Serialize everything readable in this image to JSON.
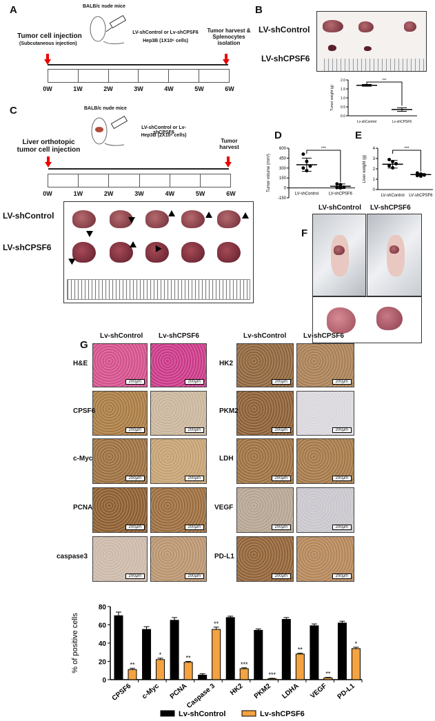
{
  "panels": {
    "A": "A",
    "B": "B",
    "C": "C",
    "D": "D",
    "E": "E",
    "F": "F",
    "G": "G"
  },
  "panel_a": {
    "mouse": "BALB/c nude mice",
    "injection": "Tumor cell injection",
    "injection_sub": "(Subcutaneous injection)",
    "vector": "LV-shControl or Lv-shCPSF6",
    "cells": "Hep3B (1X10⁶ cells)",
    "endpoint": "Tumor harvest & Splenocytes isolation",
    "weeks": [
      "0W",
      "1W",
      "2W",
      "3W",
      "4W",
      "5W",
      "6W"
    ]
  },
  "panel_b": {
    "rows": [
      "LV-shControl",
      "LV-shCPSF6"
    ]
  },
  "panel_c": {
    "mouse": "BALB/c nude mice",
    "injection": "Liver orthotopic tumor cell injection",
    "vector": "LV-shControl or Lv-shCPSF6",
    "cells": "Hep3B (2X10⁶ cells)",
    "endpoint": "Tumor harvest",
    "weeks": [
      "0W",
      "1W",
      "2W",
      "3W",
      "4W",
      "5W",
      "6W"
    ],
    "rows": [
      "LV-shControl",
      "LV-shCPSF6"
    ]
  },
  "panel_f": {
    "cols": [
      "LV-shControl",
      "LV-shCPSF6"
    ]
  },
  "panel_g": {
    "cols": [
      "Lv-shControl",
      "Lv-shCPSF6"
    ],
    "left_rows": [
      "H&E",
      "CPSF6",
      "c-Myc",
      "PCNA",
      "caspase3"
    ],
    "right_rows": [
      "HK2",
      "PKM2",
      "LDH",
      "VEGF",
      "PD-L1"
    ],
    "scale_bar": "200μm"
  },
  "chart_data": [
    {
      "id": "B",
      "type": "scatter",
      "ylabel": "Tumor weight (g)",
      "categories": [
        "Lv-shControl",
        "Lv-shCPSF6"
      ],
      "means": [
        1.7,
        0.35
      ],
      "errors": [
        0.05,
        0.1
      ],
      "ylim": [
        0,
        2.0
      ],
      "yticks": [
        "0.0",
        "0.5",
        "1.0",
        "1.5",
        "2.0"
      ],
      "significance": "***"
    },
    {
      "id": "D",
      "type": "scatter",
      "ylabel": "Tumor volume (mm³)",
      "categories": [
        "LV-shControl",
        "LV-shCPSF6"
      ],
      "points": [
        [
          510,
          400,
          330,
          300,
          260
        ],
        [
          60,
          50,
          10,
          5,
          0
        ]
      ],
      "means": [
        350,
        25
      ],
      "errors": [
        100,
        35
      ],
      "ylim": [
        -150,
        600
      ],
      "yticks": [
        "-150",
        "0",
        "150",
        "300",
        "450",
        "600"
      ],
      "significance": "***"
    },
    {
      "id": "E",
      "type": "scatter",
      "ylabel": "Liver weight (g)",
      "categories": [
        "LV-shControl",
        "LV-shCPSF6"
      ],
      "points": [
        [
          2.9,
          2.7,
          2.5,
          2.3,
          2.1
        ],
        [
          1.6,
          1.5,
          1.4,
          1.35,
          1.3
        ]
      ],
      "means": [
        2.45,
        1.45
      ],
      "errors": [
        0.37,
        0.1
      ],
      "ylim": [
        0,
        4
      ],
      "yticks": [
        "0",
        "1",
        "2",
        "3",
        "4"
      ],
      "significance": "***"
    },
    {
      "id": "G",
      "type": "bar",
      "ylabel": "% of positive cells",
      "categories": [
        "CPSF6",
        "c-Myc",
        "PCNA",
        "Caspase 3",
        "HK2",
        "PKM2",
        "LDHA",
        "VEGF",
        "PD-L1"
      ],
      "series": [
        {
          "name": "Lv-shControl",
          "color": "#000000",
          "values": [
            70,
            55,
            65,
            5,
            68,
            54,
            66,
            59,
            62
          ],
          "errors": [
            4,
            3,
            3,
            1.5,
            1.5,
            1.5,
            2,
            2,
            2
          ]
        },
        {
          "name": "Lv-shCPSF6",
          "color": "#f4a340",
          "values": [
            11,
            22,
            19,
            55,
            12,
            1,
            28,
            2,
            34
          ],
          "errors": [
            1.5,
            1.5,
            1,
            2.5,
            1,
            0.5,
            1,
            0.5,
            1.5
          ]
        }
      ],
      "significance": [
        "**",
        "*",
        "**",
        "**",
        "***",
        "***",
        "**",
        "**",
        "*"
      ],
      "ylim": [
        0,
        80
      ],
      "yticks": [
        "0",
        "20",
        "40",
        "60",
        "80"
      ],
      "legend": "bottom"
    }
  ]
}
